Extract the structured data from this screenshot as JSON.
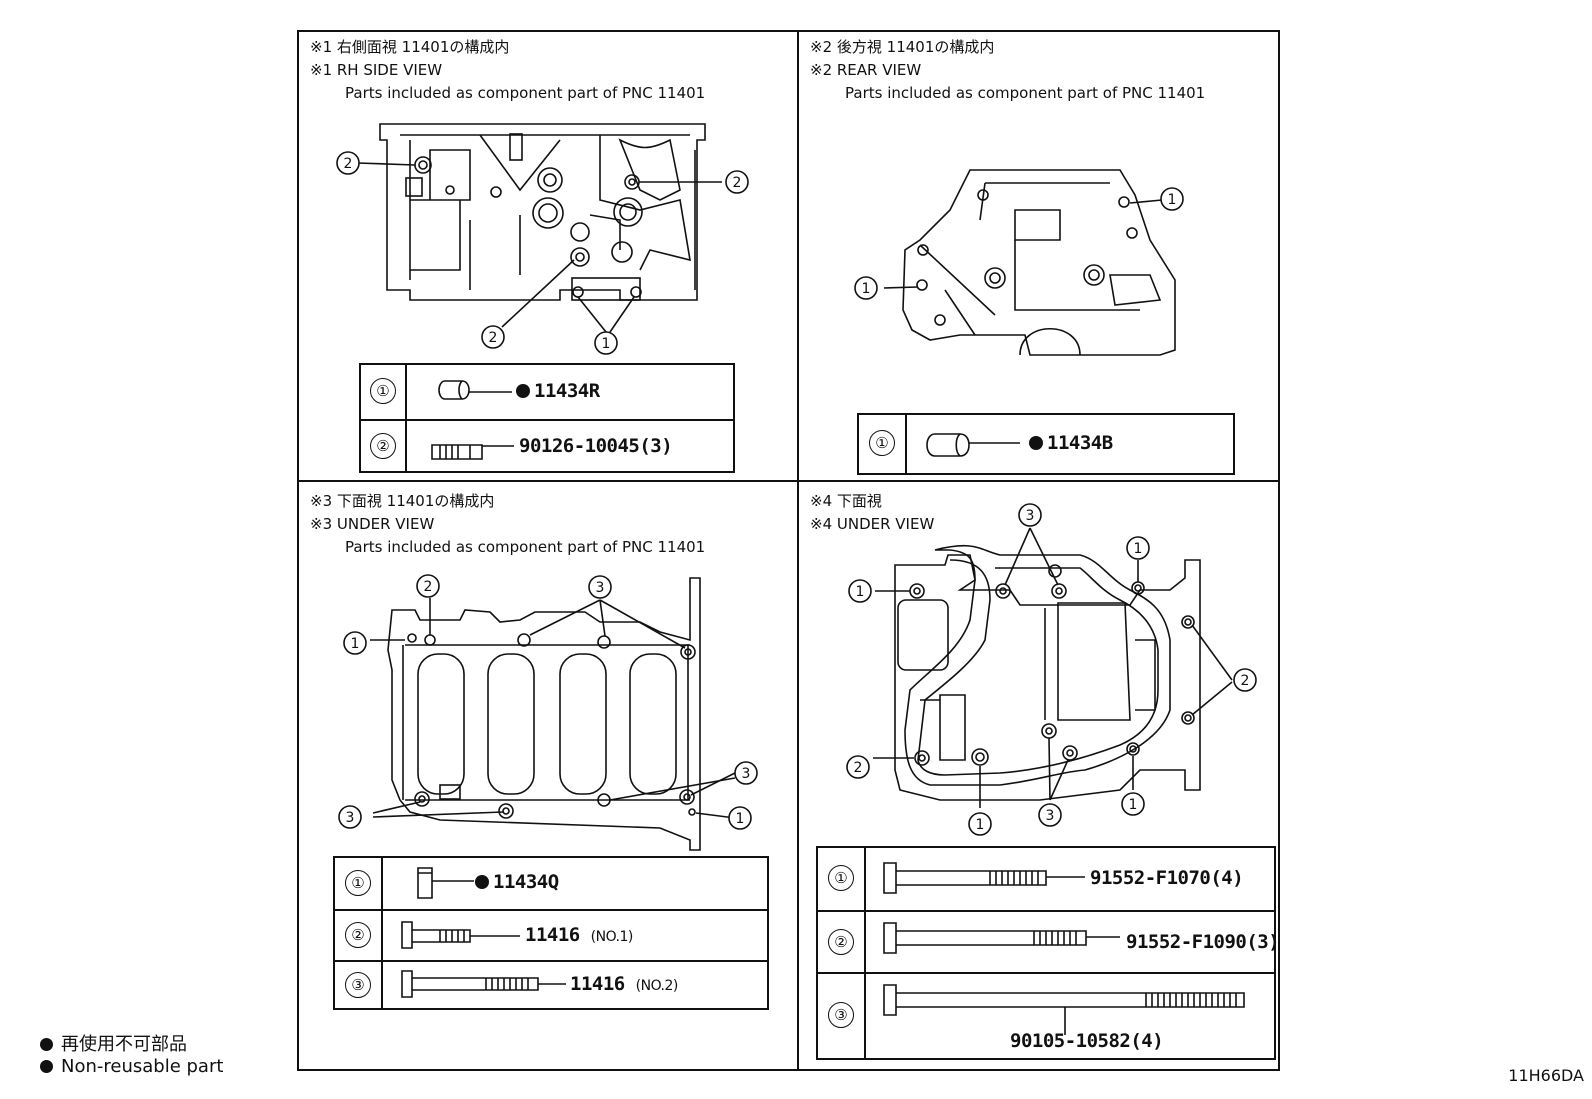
{
  "quadrants": [
    {
      "line1": "※1 右側面視 11401の構成内",
      "line2": "※1 RH SIDE VIEW",
      "line3": "Parts included as component part of PNC 11401",
      "parts": [
        {
          "num": "①",
          "nonreusable": true,
          "part": "11434R",
          "suffix": ""
        },
        {
          "num": "②",
          "nonreusable": false,
          "part": "90126-10045(3)",
          "suffix": ""
        }
      ]
    },
    {
      "line1": "※2 後方視 11401の構成内",
      "line2": "※2 REAR VIEW",
      "line3": "Parts included as component part of PNC 11401",
      "parts": [
        {
          "num": "①",
          "nonreusable": true,
          "part": "11434B",
          "suffix": ""
        }
      ]
    },
    {
      "line1": "※3 下面視 11401の構成内",
      "line2": "※3 UNDER VIEW",
      "line3": "Parts included as component part of PNC 11401",
      "parts": [
        {
          "num": "①",
          "nonreusable": true,
          "part": "11434Q",
          "suffix": ""
        },
        {
          "num": "②",
          "nonreusable": false,
          "part": "11416",
          "suffix": "(NO.1)"
        },
        {
          "num": "③",
          "nonreusable": false,
          "part": "11416",
          "suffix": "(NO.2)"
        }
      ]
    },
    {
      "line1": "※4 下面視",
      "line2": "※4 UNDER VIEW",
      "line3": "",
      "parts": [
        {
          "num": "①",
          "nonreusable": false,
          "part": "91552-F1070(4)",
          "suffix": ""
        },
        {
          "num": "②",
          "nonreusable": false,
          "part": "91552-F1090(3)",
          "suffix": ""
        },
        {
          "num": "③",
          "nonreusable": false,
          "part": "90105-10582(4)",
          "suffix": ""
        }
      ]
    }
  ],
  "callouts": {
    "one": "1",
    "two": "2",
    "three": "3"
  },
  "legend": {
    "line1": "再使用不可部品",
    "line2": "Non-reusable part"
  },
  "diagram_code": "11H66DA"
}
